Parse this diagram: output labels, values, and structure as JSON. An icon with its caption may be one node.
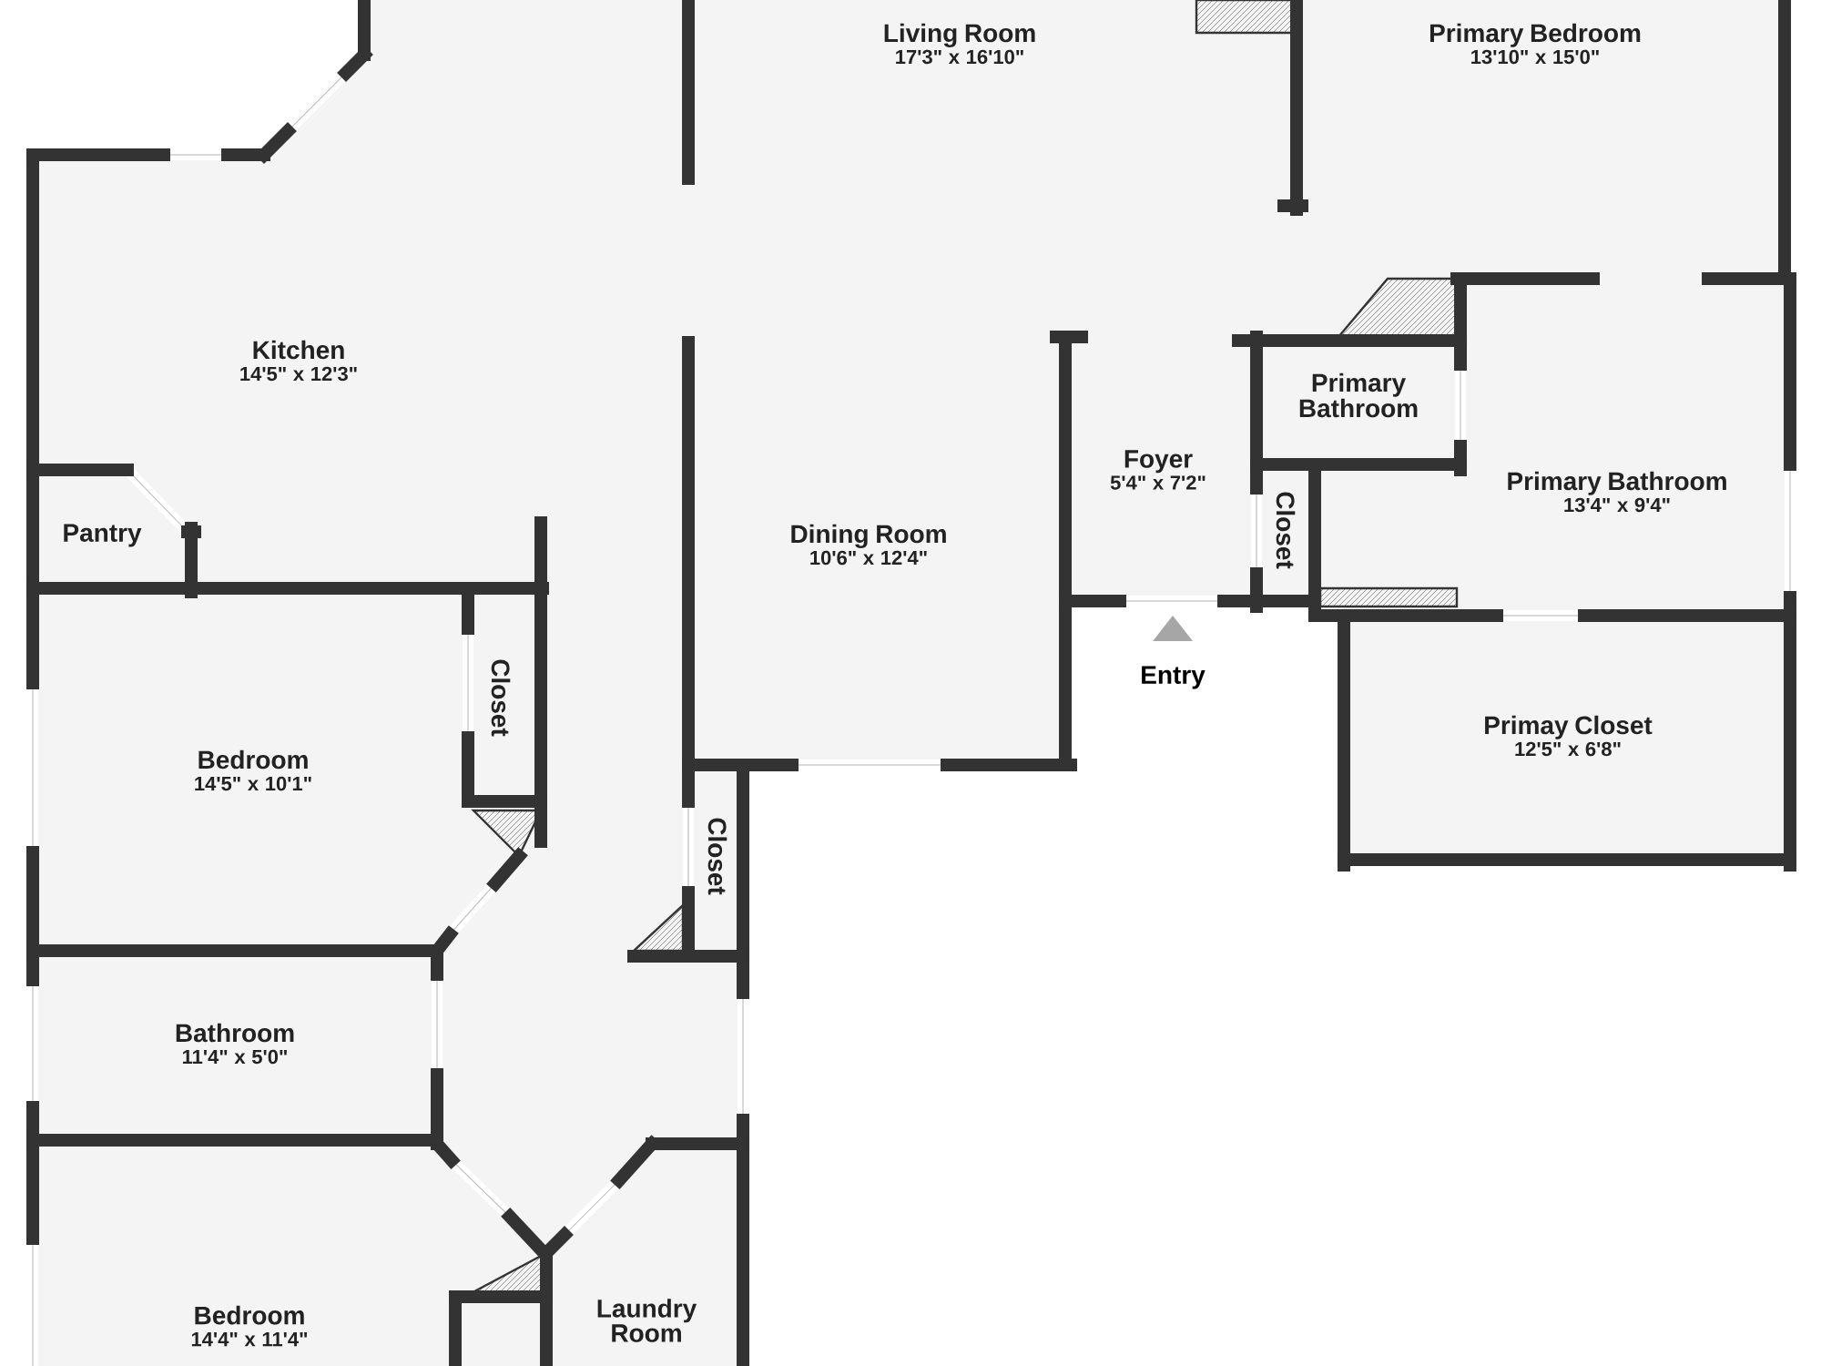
{
  "diagram": {
    "nodes": [
      {
        "text": [
          "Living Room",
          "17'3\" x 16'10\""
        ]
      },
      {
        "text": [
          "Primary Bedroom",
          "13'10\" x 15'0\""
        ]
      },
      {
        "text": [
          "Kitchen",
          "14'5\" x 12'3\""
        ]
      },
      {
        "text": [
          "Foyer",
          "5'4\" x 7'2\""
        ]
      },
      {
        "text": [
          "Primary Bathroom"
        ]
      },
      {
        "text": [
          "Primary Bathroom",
          "13'4\" x 9'4\""
        ]
      },
      {
        "text": [
          "Pantry"
        ]
      },
      {
        "text": [
          "Dining Room",
          "10'6\" x 12'4\""
        ]
      },
      {
        "text": [
          "Closet"
        ]
      },
      {
        "text": [
          "Closet"
        ]
      },
      {
        "text": [
          "Bedroom",
          "14'5\" x 10'1\""
        ]
      },
      {
        "text": [
          "Primay Closet",
          "12'5\" x 6'8\""
        ]
      },
      {
        "text": [
          "Closet"
        ]
      },
      {
        "text": [
          "Bathroom",
          "11'4\" x 5'0\""
        ]
      },
      {
        "text": [
          "Bedroom",
          "14'4\" x 11'4\""
        ]
      },
      {
        "text": [
          "Laundry Room"
        ]
      }
    ],
    "labels": [
      "Entry"
    ]
  }
}
